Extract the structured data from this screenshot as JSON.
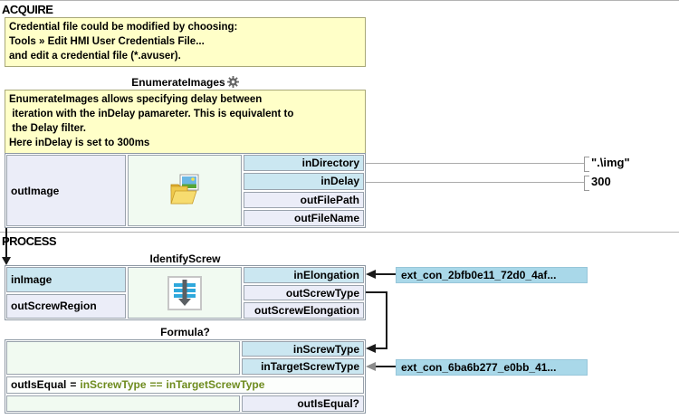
{
  "colors": {
    "port_blue": "#CBE7F1",
    "port_lavender": "#EBEDF8",
    "cell_green": "#F1FAF1",
    "comment_yellow": "#FFFFC8",
    "ext_con_blue": "#A9D8E9",
    "formula_green": "#6E8B1E"
  },
  "icons": {
    "settings": "gear-icon",
    "enumerate_center": "folder-images-icon",
    "identify_center": "macrofilter-steps-icon"
  },
  "sections": {
    "acquire_label": "ACQUIRE",
    "process_label": "PROCESS"
  },
  "acquire_comment": {
    "line1": "Credential file could be modified by choosing:",
    "line2": "Tools » Edit HMI User Credentials File...",
    "line3": "and edit a credential file (*.avuser)."
  },
  "enumerate_images": {
    "title": "EnumerateImages",
    "comment": {
      "line1": "EnumerateImages allows specifying delay between",
      "line2": " iteration with the inDelay pamareter. This is equivalent to",
      "line3": " the Delay filter.",
      "line4": "Here inDelay is set to 300ms"
    },
    "left_ports": {
      "out_image": "outImage"
    },
    "right_ports": {
      "in_directory": "inDirectory",
      "in_delay": "inDelay",
      "out_file_path": "outFilePath",
      "out_file_name": "outFileName"
    },
    "values": {
      "in_directory": "\".\\img\"",
      "in_delay": "300"
    }
  },
  "identify_screw": {
    "title": "IdentifyScrew",
    "left_ports": {
      "in_image": "inImage",
      "out_screw_region": "outScrewRegion"
    },
    "right_ports": {
      "in_elongation": "inElongation",
      "out_screw_type": "outScrewType",
      "out_screw_elongation": "outScrewElongation"
    },
    "external_connection": "ext_con_2bfb0e11_72d0_4af..."
  },
  "formula": {
    "title": "Formula?",
    "right_ports": {
      "in_screw_type": "inScrewType",
      "in_target_screw_type": "inTargetScrewType"
    },
    "expression": {
      "lhs": "outIsEqual",
      "assign": "=",
      "var1": "inScrewType",
      "op": "==",
      "var2": "inTargetScrewType"
    },
    "out_port": "outIsEqual?",
    "external_connection": "ext_con_6ba6b277_e0bb_41..."
  }
}
